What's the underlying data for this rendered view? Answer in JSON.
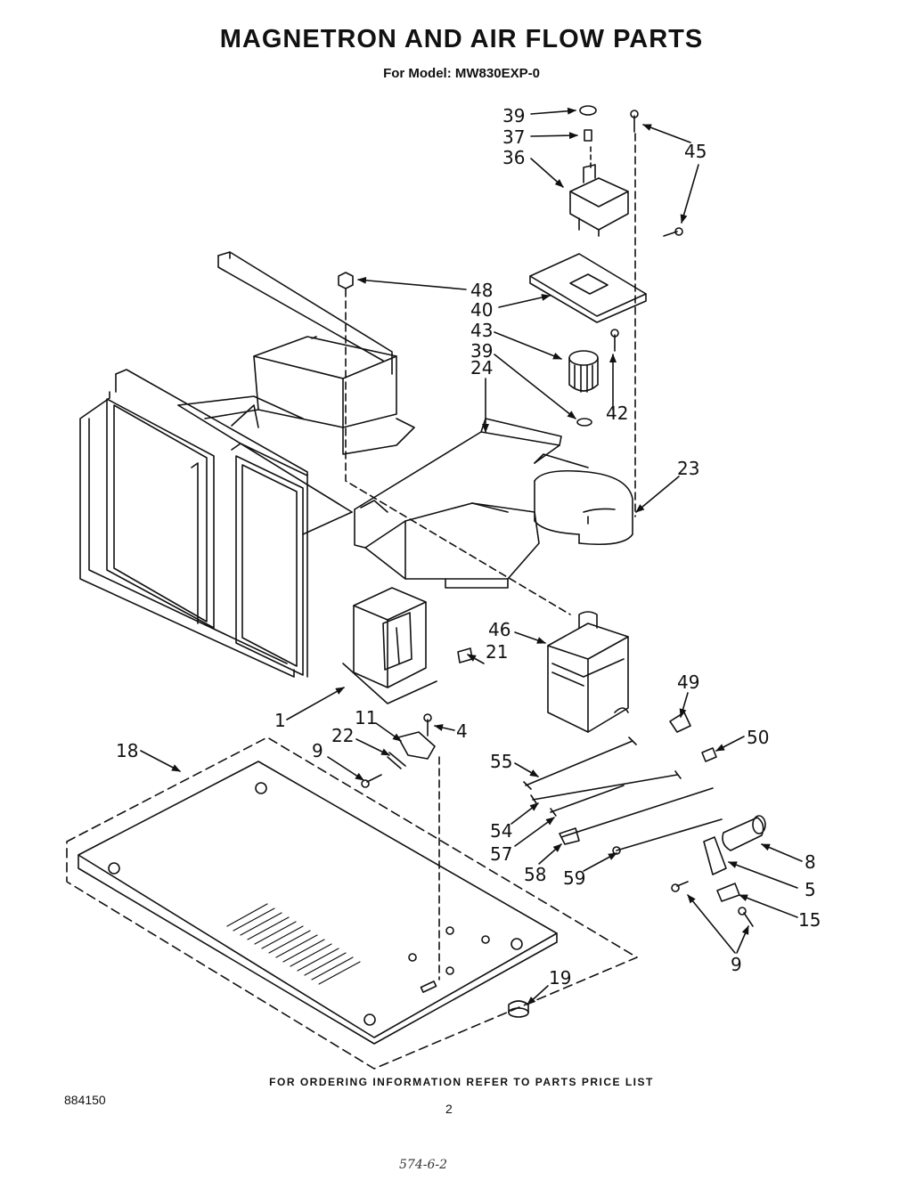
{
  "header": {
    "title": "MAGNETRON AND AIR FLOW PARTS",
    "model_label": "For Model:",
    "model_number": "MW830EXP-0"
  },
  "callouts": {
    "c39a": "39",
    "c37": "37",
    "c36": "36",
    "c45": "45",
    "c48": "48",
    "c40": "40",
    "c43": "43",
    "c39b": "39",
    "c24": "24",
    "c42": "42",
    "c23": "23",
    "c46": "46",
    "c21": "21",
    "c49": "49",
    "c1": "1",
    "c11": "11",
    "c4": "4",
    "c22": "22",
    "c9a": "9",
    "c18": "18",
    "c50": "50",
    "c55": "55",
    "c54": "54",
    "c57": "57",
    "c58": "58",
    "c59": "59",
    "c8": "8",
    "c5": "5",
    "c15": "15",
    "c9b": "9",
    "c19": "19"
  },
  "footer": {
    "ordering_note": "FOR ORDERING INFORMATION REFER TO PARTS PRICE LIST",
    "document_number": "884150",
    "page_number": "2",
    "handwritten_mark": "574-6-2"
  }
}
